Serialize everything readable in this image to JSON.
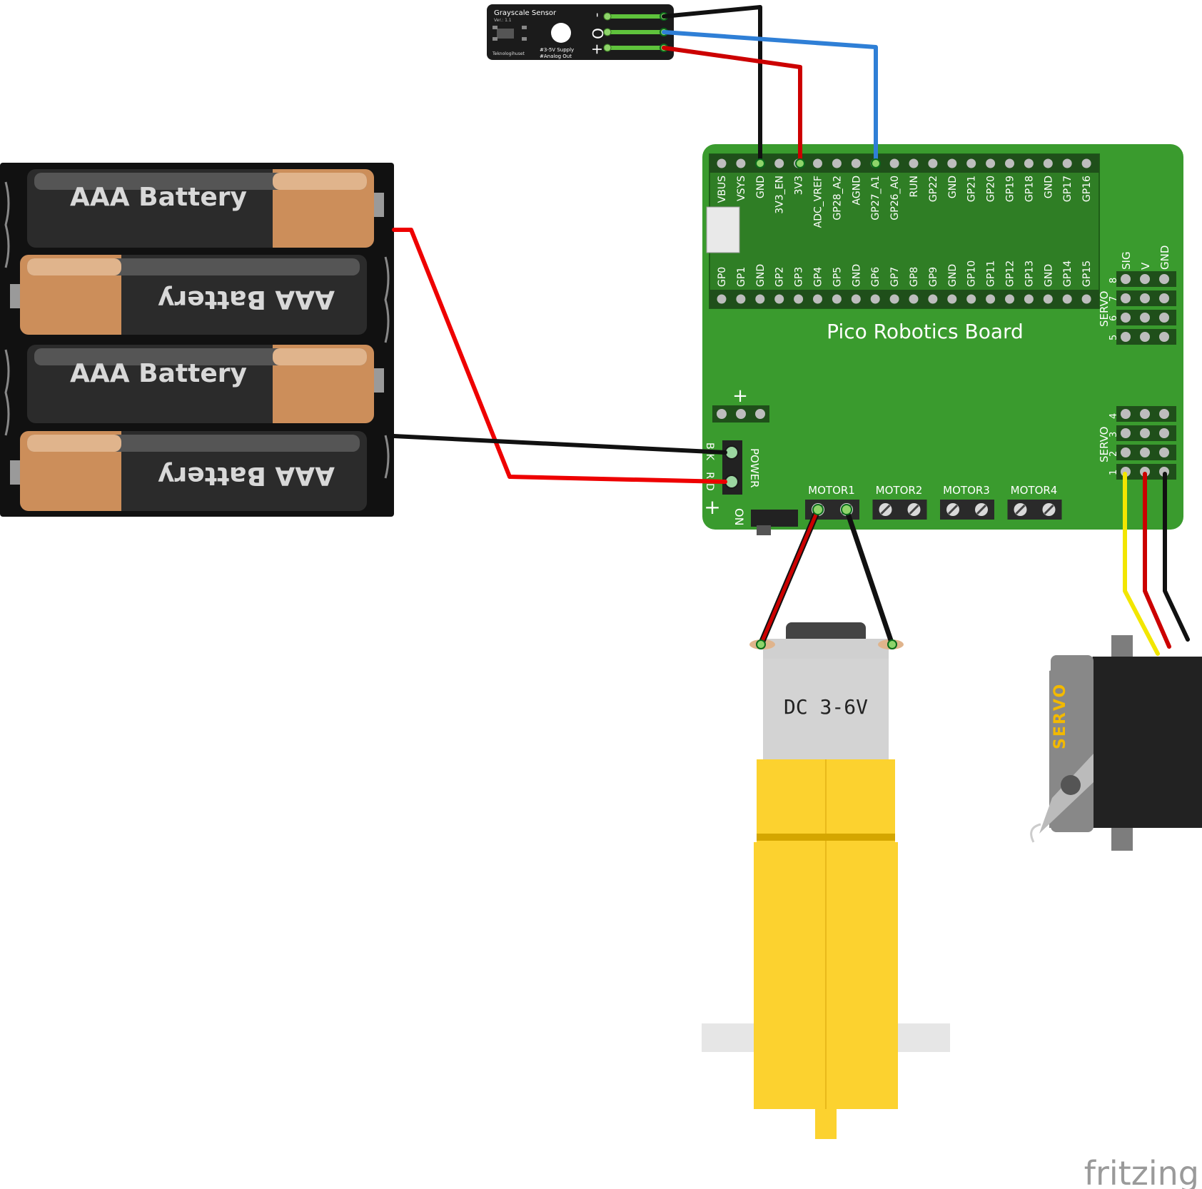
{
  "sensor": {
    "title": "Grayscale Sensor",
    "version": "Ver.: 1.1",
    "brand": "Teknologihuset",
    "spec_supply": "#3-5V Supply",
    "spec_out": "#Analog Out",
    "pin_minus": "-",
    "pin_o": "O",
    "pin_plus": "+"
  },
  "battery": {
    "label": "AAA Battery",
    "count": 4
  },
  "board": {
    "title": "Pico Robotics Board",
    "top_pins": [
      "VBUS",
      "VSYS",
      "GND",
      "3V3_EN",
      "3V3",
      "ADC_VREF",
      "GP28_A2",
      "AGND",
      "GP27_A1",
      "GP26_A0",
      "RUN",
      "GP22",
      "GND",
      "GP21",
      "GP20",
      "GP19",
      "GP18",
      "GND",
      "GP17",
      "GP16"
    ],
    "bottom_pins": [
      "GP0",
      "GP1",
      "GND",
      "GP2",
      "GP3",
      "GP4",
      "GP5",
      "GND",
      "GP6",
      "GP7",
      "GP8",
      "GP9",
      "GND",
      "GP10",
      "GP11",
      "GP12",
      "GP13",
      "GND",
      "GP14",
      "GP15"
    ],
    "servo_header": [
      "SIG",
      "V",
      "GND"
    ],
    "servo_label": "SERVO",
    "servo_upper_numbers": [
      "8",
      "7",
      "6",
      "5"
    ],
    "servo_lower_numbers": [
      "4",
      "3",
      "2",
      "1"
    ],
    "power_label": "POWER",
    "power_pins": "BK RD",
    "plus": "+",
    "on_label": "ON",
    "motors": [
      "MOTOR1",
      "MOTOR2",
      "MOTOR3",
      "MOTOR4"
    ]
  },
  "motor": {
    "label": "DC 3-6V"
  },
  "servo": {
    "label": "SERVO"
  },
  "watermark": "fritzing",
  "colors": {
    "board_green": "#3a9b2e",
    "wire_red": "#cc0000",
    "wire_black": "#111111",
    "wire_blue": "#2f7fd6",
    "wire_yellow": "#f2e600",
    "motor_yellow": "#fcd22f",
    "servo_gold": "#f2b900"
  }
}
